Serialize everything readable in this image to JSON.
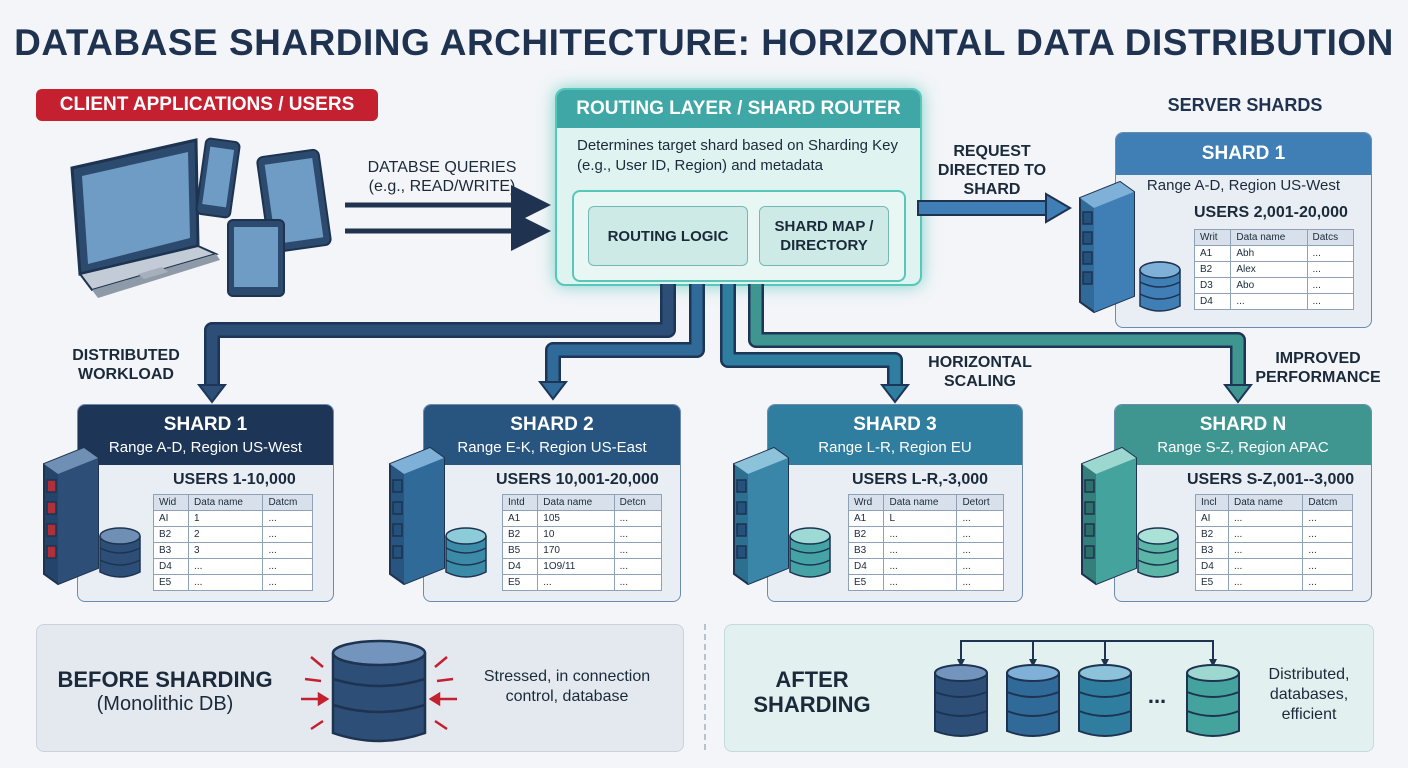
{
  "title": "DATABASE SHARDING ARCHITECTURE: HORIZONTAL DATA DISTRIBUTION",
  "clients": {
    "badge": "CLIENT APPLICATIONS / USERS"
  },
  "queries": {
    "line1": "DATABSE QUERIES",
    "line2": "(e.g., READ/WRITE)"
  },
  "router": {
    "title": "ROUTING LAYER / SHARD ROUTER",
    "description": "Determines target shard based on Sharding Key (e.g., User ID, Region) and metadata",
    "logic_label": "ROUTING LOGIC",
    "map_label_line1": "SHARD MAP /",
    "map_label_line2": "DIRECTORY"
  },
  "request": {
    "line1": "REQUEST",
    "line2": "DIRECTED TO",
    "line3": "SHARD"
  },
  "server_shards_heading": "SERVER SHARDS",
  "labels": {
    "distributed_line1": "DISTRIBUTED",
    "distributed_line2": "WORKLOAD",
    "horizontal_line1": "HORIZONTAL",
    "horizontal_line2": "SCALING",
    "improved_line1": "IMPROVED",
    "improved_line2": "PERFORMANCE"
  },
  "top_shard": {
    "name": "SHARD 1",
    "range": "Range A-D, Region US-West",
    "users": "USERS 2,001-20,000",
    "headers": [
      "Writ",
      "Data name",
      "Datcs"
    ],
    "rows": [
      [
        "A1",
        "Abh",
        "..."
      ],
      [
        "B2",
        "Alex",
        "..."
      ],
      [
        "D3",
        "Abo",
        "..."
      ],
      [
        "D4",
        "...",
        "..."
      ]
    ],
    "color": "#3f7fb5"
  },
  "shards": [
    {
      "name": "SHARD 1",
      "range": "Range A-D, Region US-West",
      "users": "USERS 1-10,000",
      "headers": [
        "Wid",
        "Data name",
        "Datcm"
      ],
      "rows": [
        [
          "AI",
          "1",
          "..."
        ],
        [
          "B2",
          "2",
          "..."
        ],
        [
          "B3",
          "3",
          "..."
        ],
        [
          "D4",
          "...",
          "..."
        ],
        [
          "E5",
          "...",
          "..."
        ]
      ],
      "color": "#1d3556"
    },
    {
      "name": "SHARD 2",
      "range": "Range E-K, Region US-East",
      "users": "USERS 10,001-20,000",
      "headers": [
        "Intd",
        "Data name",
        "Detcn"
      ],
      "rows": [
        [
          "A1",
          "105",
          "..."
        ],
        [
          "B2",
          "10",
          "..."
        ],
        [
          "B5",
          "170",
          "..."
        ],
        [
          "D4",
          "1O9/11",
          "..."
        ],
        [
          "E5",
          "...",
          "..."
        ]
      ],
      "color": "#27557f"
    },
    {
      "name": "SHARD 3",
      "range": "Range L-R, Region EU",
      "users": "USERS L-R,-3,000",
      "headers": [
        "Wrd",
        "Data name",
        "Detort"
      ],
      "rows": [
        [
          "A1",
          "L",
          "..."
        ],
        [
          "B2",
          "...",
          "..."
        ],
        [
          "B3",
          "...",
          "..."
        ],
        [
          "D4",
          "...",
          "..."
        ],
        [
          "E5",
          "...",
          "..."
        ]
      ],
      "color": "#2f7d9f"
    },
    {
      "name": "SHARD N",
      "range": "Range S-Z, Region APAC",
      "users": "USERS S-Z,001--3,000",
      "headers": [
        "Incl",
        "Data name",
        "Datcm"
      ],
      "rows": [
        [
          "AI",
          "...",
          "..."
        ],
        [
          "B2",
          "...",
          "..."
        ],
        [
          "B3",
          "...",
          "..."
        ],
        [
          "D4",
          "...",
          "..."
        ],
        [
          "E5",
          "...",
          "..."
        ]
      ],
      "color": "#3f9691"
    }
  ],
  "before": {
    "title": "BEFORE SHARDING",
    "subtitle": "(Monolithic DB)",
    "text_line1": "Stressed, in connection",
    "text_line2": "control, database"
  },
  "after": {
    "title_line1": "AFTER",
    "title_line2": "SHARDING",
    "ellipsis": "...",
    "text_line1": "Distributed,",
    "text_line2": "databases,",
    "text_line3": "efficient"
  },
  "colors": {
    "navy": "#1f3350",
    "red": "#c4202f",
    "teal": "#3fa7a5",
    "arrow": "#1f3350"
  }
}
